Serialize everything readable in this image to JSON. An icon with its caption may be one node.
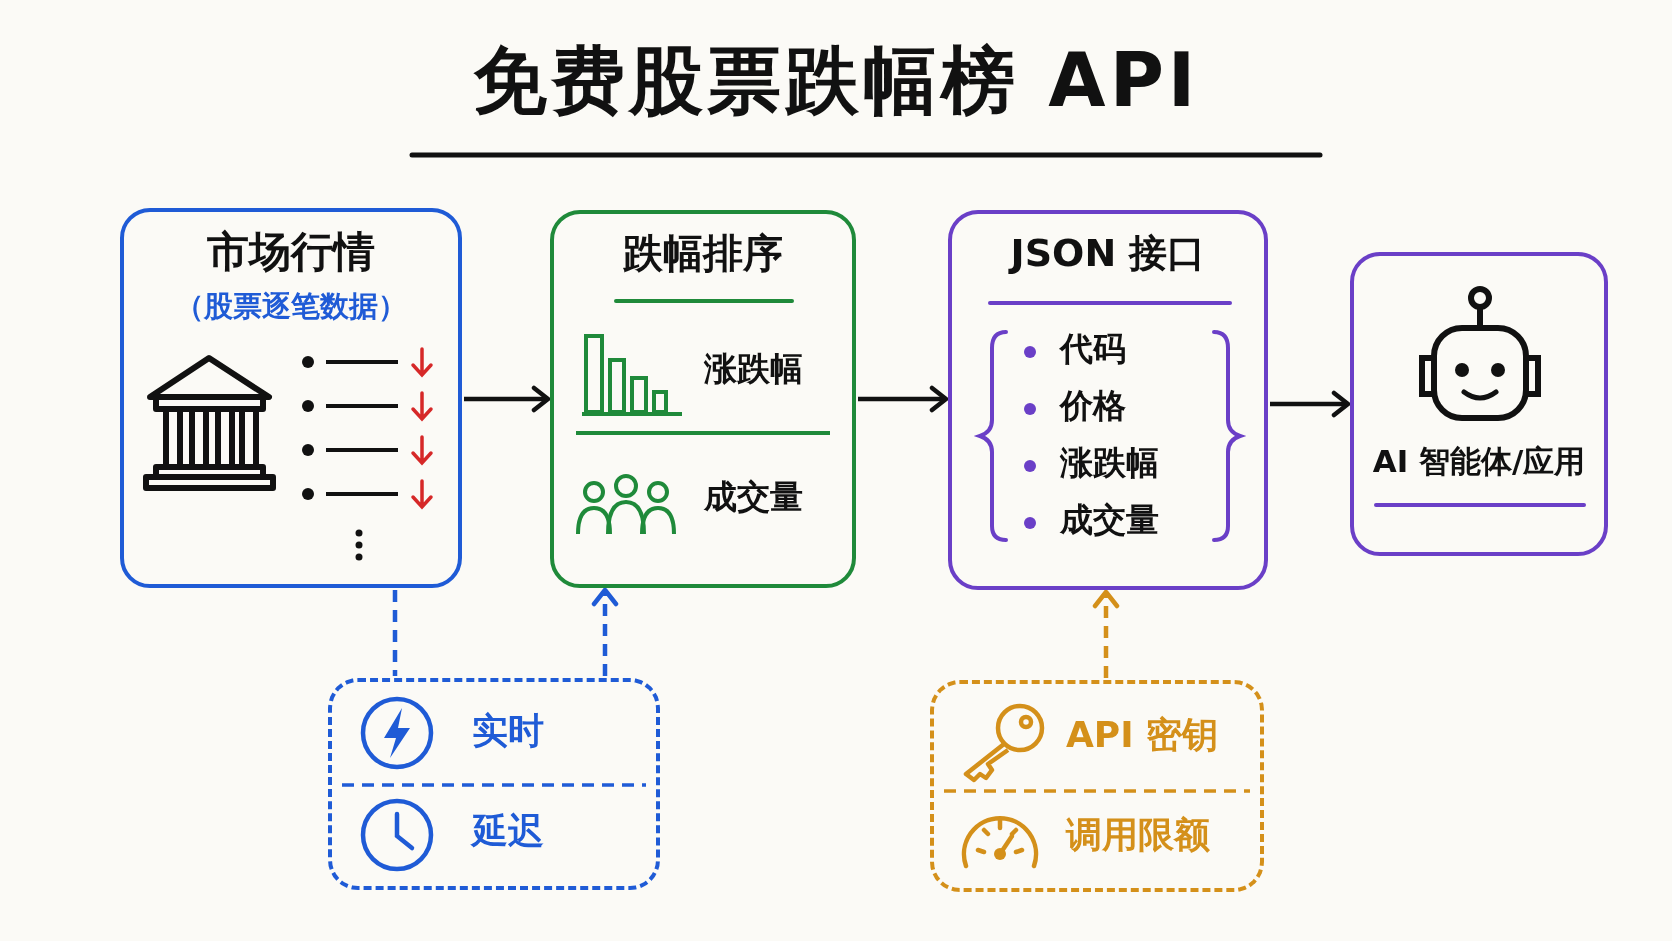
{
  "diagram": {
    "title": "免费股票跌幅榜 API",
    "nodes": [
      {
        "text": [
          "市场行情",
          "（股票逐笔数据）"
        ]
      },
      {
        "text": [
          "跌幅排序",
          "涨跌幅",
          "成交量"
        ]
      },
      {
        "text": [
          "JSON 接口",
          "代码",
          "价格",
          "涨跌幅",
          "成交量"
        ]
      },
      {
        "text": [
          "AI 智能体/应用"
        ]
      },
      {
        "text": [
          "实时",
          "延迟"
        ]
      },
      {
        "text": [
          "API 密钥",
          "调用限额"
        ]
      }
    ],
    "edges": [
      {
        "from": 0,
        "to": 1,
        "arrow": "to"
      },
      {
        "from": 1,
        "to": 2,
        "arrow": "to"
      },
      {
        "from": 2,
        "to": 3,
        "arrow": "to"
      },
      {
        "from": 0,
        "to": 4,
        "arrow": "none",
        "style": "dashed",
        "color": "#1f5bd6"
      },
      {
        "from": 4,
        "to": 1,
        "arrow": "to",
        "style": "dashed",
        "color": "#1f5bd6"
      },
      {
        "from": 5,
        "to": 2,
        "arrow": "to",
        "style": "dashed",
        "color": "#d4901a"
      }
    ]
  }
}
